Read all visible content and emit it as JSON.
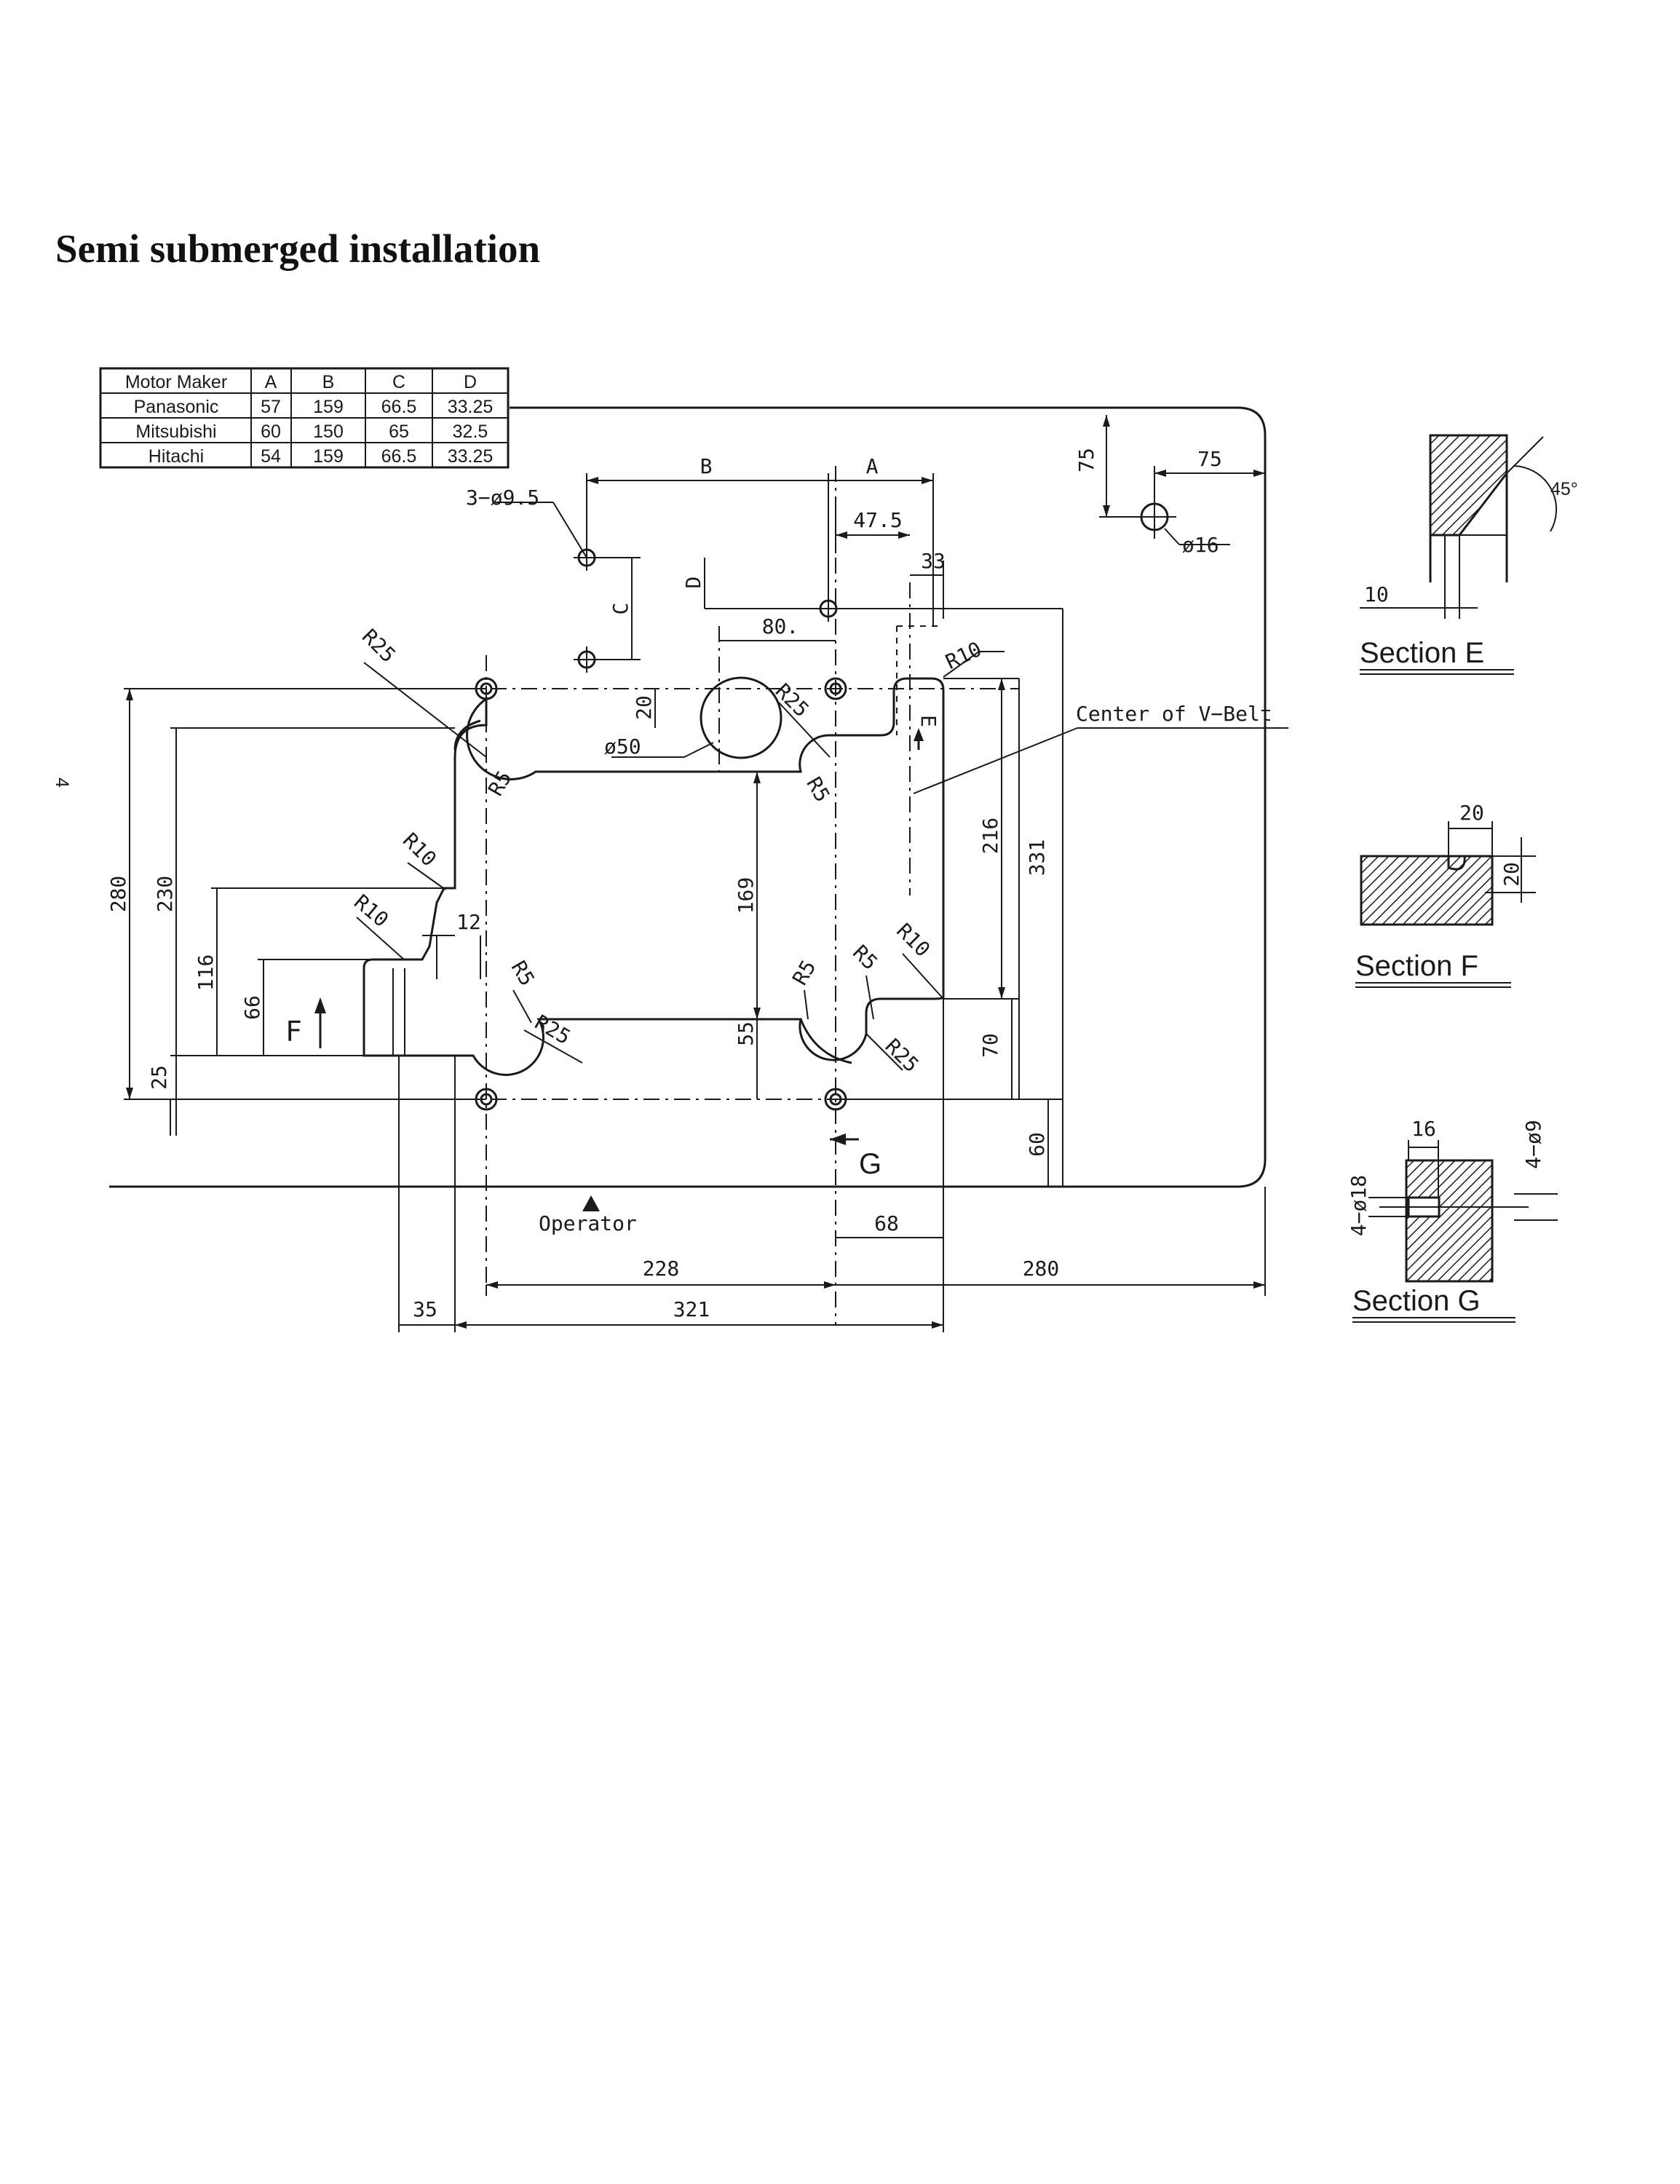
{
  "page": {
    "title": "Semi submerged installation",
    "stray_mark": "4"
  },
  "motor_table": {
    "headers": [
      "Motor Maker",
      "A",
      "B",
      "C",
      "D"
    ],
    "rows": [
      [
        "Panasonic",
        "57",
        "159",
        "66.5",
        "33.25"
      ],
      [
        "Mitsubishi",
        "60",
        "150",
        "65",
        "32.5"
      ],
      [
        "Hitachi",
        "54",
        "159",
        "66.5",
        "33.25"
      ]
    ]
  },
  "dimensions": {
    "B": "B",
    "A": "A",
    "hole_3": "3−ø9.5",
    "d47_5": "47.5",
    "d33": "33",
    "C": "C",
    "D": "D",
    "d80": "80.",
    "d20v": "20",
    "d50": "ø50",
    "d16": "ø16",
    "d75v": "75",
    "d75h": "75",
    "R25_tl": "R25",
    "R25_tr": "R25",
    "R5_tl": "R5",
    "R5_tr": "R5",
    "R10_top": "R10",
    "E_mark": "E",
    "center_vbelt": "Center of V−Belt",
    "d280v": "280",
    "d230": "230",
    "d116": "116",
    "d66": "66",
    "d25": "25",
    "R10_l1": "R10",
    "R10_l2": "R10",
    "d12": "12",
    "d169": "169",
    "R5_bl": "R5",
    "R25_bl": "R25",
    "d55": "55",
    "R5_br": "R5",
    "R5_br2": "R5",
    "R10_br": "R10",
    "R25_br": "R25",
    "d216": "216",
    "d331": "331",
    "d70": "70",
    "d60": "60",
    "F_mark": "F",
    "G_mark": "G",
    "operator": "Operator",
    "d68": "68",
    "d228": "228",
    "d280h": "280",
    "d35": "35",
    "d321": "321"
  },
  "sections": [
    {
      "label": "Section E",
      "dim1": "10",
      "angle": "45°"
    },
    {
      "label": "Section F",
      "dim1": "20",
      "dim2": "20"
    },
    {
      "label": "Section G",
      "dim1": "16",
      "dim2": "4−ø18",
      "dim3": "4−ø9"
    }
  ]
}
